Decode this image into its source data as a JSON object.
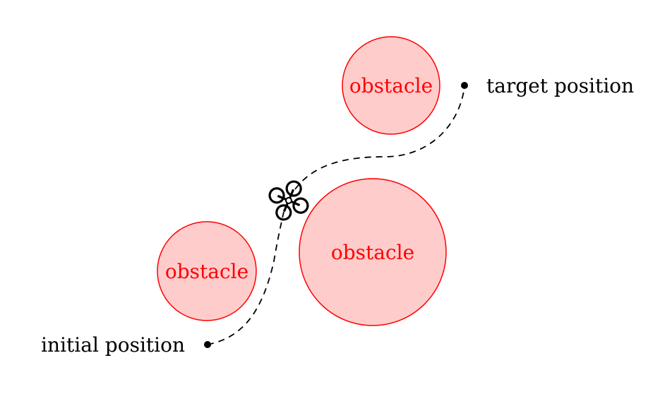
{
  "colors": {
    "obstacle_fill": "#ffcccc",
    "obstacle_stroke": "#ff0000",
    "obstacle_text": "#ff0000",
    "path": "#000000",
    "point": "#000000"
  },
  "obstacles": [
    {
      "label": "obstacle"
    },
    {
      "label": "obstacle"
    },
    {
      "label": "obstacle"
    }
  ],
  "points": {
    "initial_label": "initial position",
    "target_label": "target position"
  },
  "drone": {
    "icon": "quadcopter-icon"
  }
}
